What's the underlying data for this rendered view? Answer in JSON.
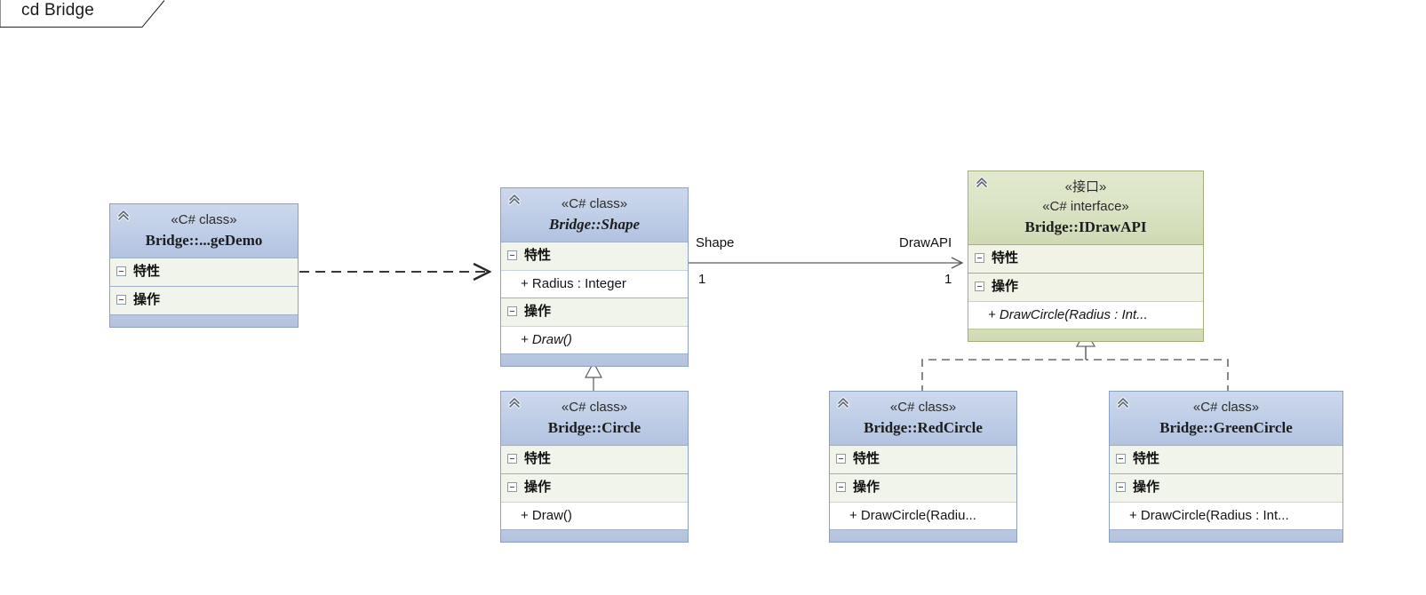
{
  "diagram": {
    "tab_label": "cd Bridge",
    "type": "uml-class-diagram"
  },
  "colors": {
    "class_header": "#c2d0e8",
    "class_border": "#8aa0c4",
    "interface_header": "#dbe4c5",
    "interface_border": "#a3b07c",
    "section_bg": "#f1f4ea",
    "member_bg": "#ffffff",
    "connector": "#5a5a5a",
    "canvas": "#ffffff"
  },
  "labels": {
    "attributes_section": "特性",
    "operations_section": "操作"
  },
  "classes": [
    {
      "id": "demo",
      "stereotypes": [
        "«C# class»"
      ],
      "name": "Bridge::...geDemo",
      "abstract": false,
      "kind": "class",
      "attributes": [],
      "operations": []
    },
    {
      "id": "shape",
      "stereotypes": [
        "«C# class»"
      ],
      "name": "Bridge::Shape",
      "abstract": true,
      "kind": "class",
      "attributes": [
        "+ Radius : Integer"
      ],
      "operations": [
        "+ Draw()"
      ],
      "operations_abstract": true
    },
    {
      "id": "idrawapi",
      "stereotypes": [
        "«接口»",
        "«C# interface»"
      ],
      "name": "Bridge::IDrawAPI",
      "abstract": false,
      "kind": "interface",
      "attributes": [],
      "operations": [
        "+ DrawCircle(Radius : Int..."
      ],
      "operations_abstract": true
    },
    {
      "id": "circle",
      "stereotypes": [
        "«C# class»"
      ],
      "name": "Bridge::Circle",
      "abstract": false,
      "kind": "class",
      "attributes": [],
      "operations": [
        "+ Draw()"
      ],
      "operations_abstract": false
    },
    {
      "id": "redcircle",
      "stereotypes": [
        "«C# class»"
      ],
      "name": "Bridge::RedCircle",
      "abstract": false,
      "kind": "class",
      "attributes": [],
      "operations": [
        "+ DrawCircle(Radiu..."
      ],
      "operations_abstract": false
    },
    {
      "id": "greencircle",
      "stereotypes": [
        "«C# class»"
      ],
      "name": "Bridge::GreenCircle",
      "abstract": false,
      "kind": "class",
      "attributes": [],
      "operations": [
        "+ DrawCircle(Radius : Int..."
      ],
      "operations_abstract": false
    }
  ],
  "connectors": {
    "dependency": {
      "from": "demo",
      "to": "shape",
      "style": "dashed",
      "arrow": "open"
    },
    "association": {
      "from": "shape",
      "to": "idrawapi",
      "style": "solid",
      "arrow": "open",
      "source_role": "Shape",
      "source_multiplicity": "1",
      "target_role": "DrawAPI",
      "target_multiplicity": "1"
    },
    "generalizations": [
      {
        "from": "circle",
        "to": "shape",
        "style": "solid",
        "arrow": "hollow-triangle"
      }
    ],
    "realizations": [
      {
        "from": "redcircle",
        "to": "idrawapi",
        "style": "dashed",
        "arrow": "hollow-triangle"
      },
      {
        "from": "greencircle",
        "to": "idrawapi",
        "style": "dashed",
        "arrow": "hollow-triangle"
      }
    ]
  }
}
